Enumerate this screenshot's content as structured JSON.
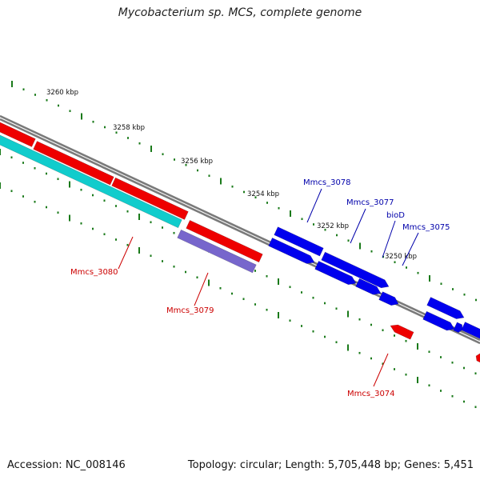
{
  "title": "Mycobacterium sp. MCS, complete genome",
  "footer": {
    "accession": "Accession: NC_008146",
    "topology": "Topology: circular; Length: 5,705,448 bp; Genes: 5,451"
  },
  "colors": {
    "backbone": "#7a7a7a",
    "tick": "#1a7a1a",
    "forward_gene": "#0000ee",
    "reverse_gene": "#ee0000",
    "cds_teal": "#11cccc",
    "cds_purple": "#7766cc",
    "forward_label": "#0000aa",
    "reverse_label": "#cc0000",
    "kbp_label": "#111111"
  },
  "kbp_labels": [
    "3260 kbp",
    "3258 kbp",
    "3256 kbp",
    "3254 kbp",
    "3252 kbp",
    "3250 kbp"
  ],
  "gene_labels": [
    {
      "text": "Mmcs_3078",
      "strand": "forward"
    },
    {
      "text": "Mmcs_3077",
      "strand": "forward"
    },
    {
      "text": "bioD",
      "strand": "forward"
    },
    {
      "text": "Mmcs_3075",
      "strand": "forward"
    },
    {
      "text": "Mmcs_3080",
      "strand": "reverse"
    },
    {
      "text": "Mmcs_3079",
      "strand": "reverse"
    },
    {
      "text": "Mmcs_3074",
      "strand": "reverse"
    }
  ]
}
